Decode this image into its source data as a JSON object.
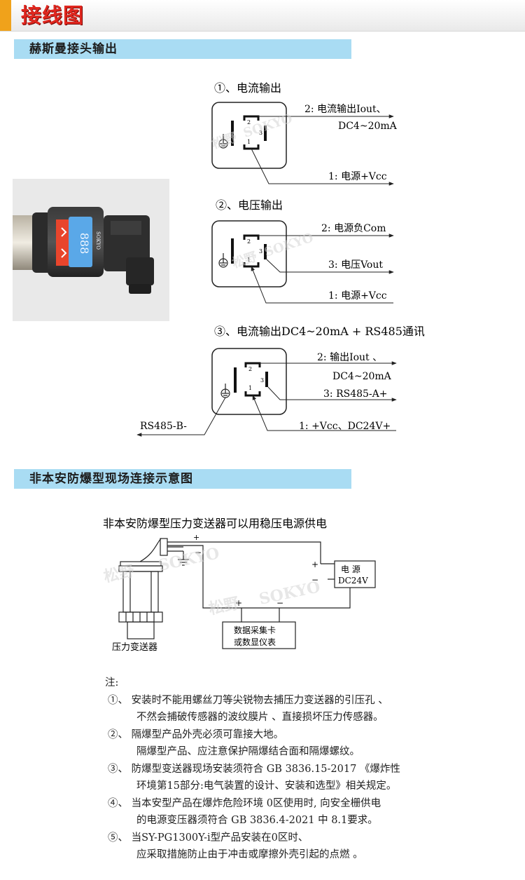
{
  "header": {
    "title": "接线图"
  },
  "sections": {
    "hirschmann": {
      "title": "赫斯曼接头输出"
    },
    "non_ex": {
      "title": "非本安防爆型现场连接示意图"
    }
  },
  "diagram1": {
    "title": "①、电流输出",
    "pin2": "2",
    "pin3": "3",
    "pin1": "1",
    "label2a": "2: 电流输出Iout、",
    "label2b": "DC4~20mA",
    "label1": "1: 电源+Vcc"
  },
  "diagram2": {
    "title": "②、电压输出",
    "pin2": "2",
    "pin3": "3",
    "pin1": "1",
    "label2": "2: 电源负Com",
    "label3": "3: 电压Vout",
    "label1": "1: 电源+Vcc"
  },
  "diagram3": {
    "title": "③、电流输出DC4~20mA + RS485通讯",
    "pin2": "2",
    "pin3": "3",
    "pin1": "1",
    "label2a": "2: 输出Iout 、",
    "label2b": "DC4~20mA",
    "label3": "3: RS485-A+",
    "label1": "1: +Vcc、DC24V+",
    "label_ground": "RS485-B-"
  },
  "field": {
    "caption": "非本安防爆型压力变送器可以用稳压电源供电",
    "plus_top": "+",
    "minus_top": "−",
    "power_label_1": "电  源",
    "power_label_2": "DC24V",
    "power_plus": "+",
    "power_minus": "−",
    "daq_plus": "+",
    "daq_minus": "−",
    "daq_label_1": "数据采集卡",
    "daq_label_2": "或数显仪表",
    "transmitter_label": "压力变送器"
  },
  "photo": {
    "display_text": "888",
    "brand": "SOKYO"
  },
  "watermark": {
    "text_cn": "松野",
    "text_en": "SOKYO"
  },
  "notes": {
    "heading": "注:",
    "lines": [
      "①、 安装时不能用螺丝刀等尖锐物去捕压力变送器的引压孔 、",
      "不然会捕破传感器的波纹膜片 、直接损坏压力传感器。",
      "②、 隔爆型产品外壳必须可靠接大地。",
      "隔爆型产品、应注意保护隔爆结合面和隔爆螺纹。",
      "③、 防爆型变送器现场安装须符合 GB 3836.15-2017 《爆炸性",
      "环境第15部分:电气装置的设计、安装和选型》相关规定。",
      "④、 当本安型产品在爆炸危险环境 0区使用时, 向安全栅供电",
      "的电源变压器须符合 GB 3836.4-2021 中 8.1要求。",
      "⑤、 当SY-PG1300Y-i型产品安装在0区时、",
      "应采取措施防止由于冲击或摩擦外壳引起的点燃 。"
    ]
  },
  "colors": {
    "accent": "#f0a21b",
    "title_red": "#e0271f",
    "section_blue": "#a9dcf3",
    "lcd_blue": "#5aa8e8",
    "display_red": "#e8452c"
  }
}
